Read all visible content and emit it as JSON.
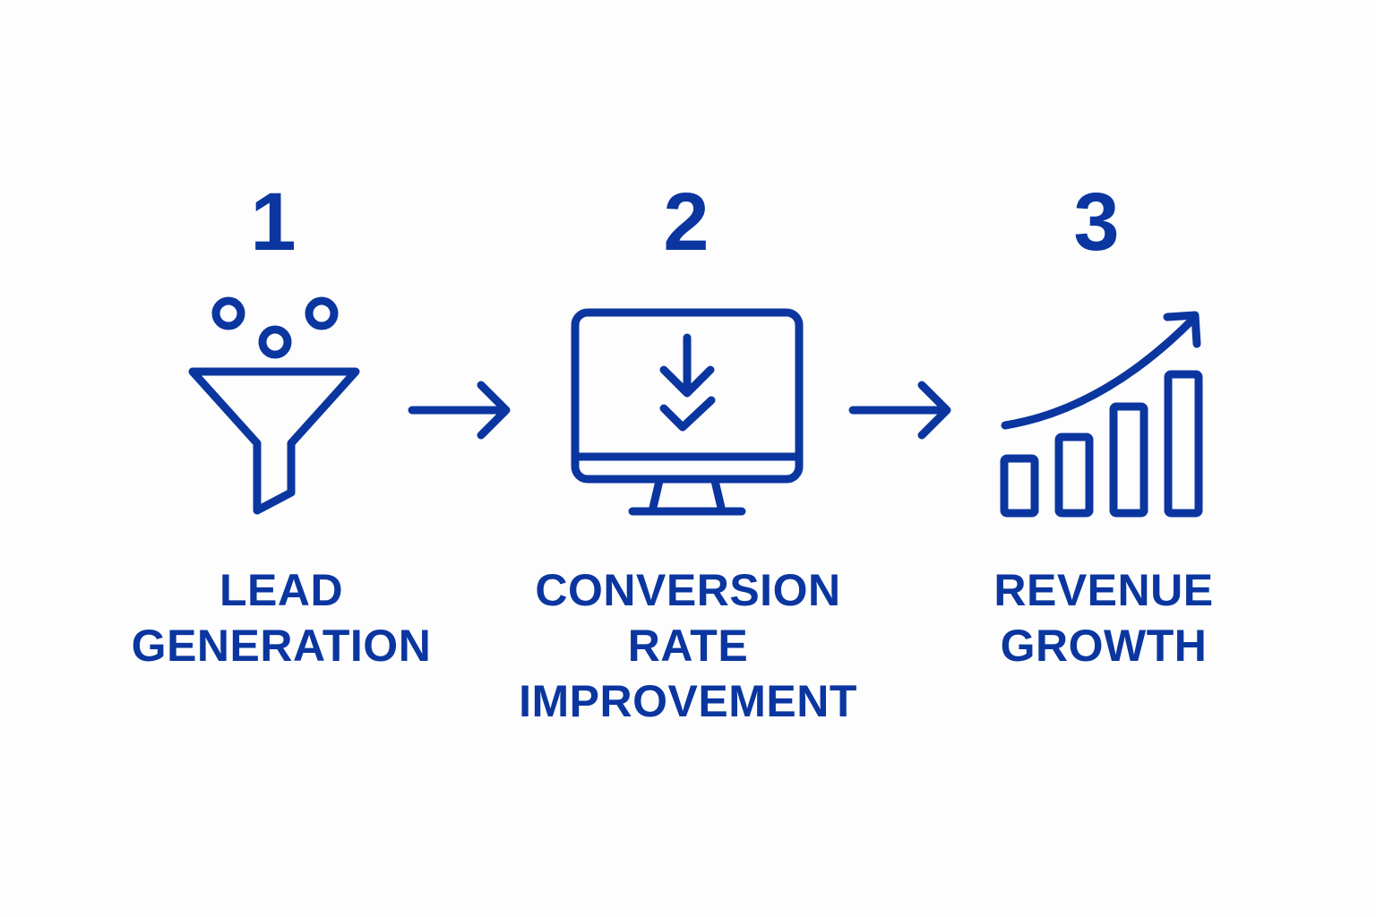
{
  "diagram": {
    "type": "process-flow",
    "accent_color": "#0b36a0",
    "background_color": "#fdfdfd",
    "steps": [
      {
        "number": "1",
        "icon": "funnel-icon",
        "label_lines": [
          "LEAD",
          "GENERATION"
        ]
      },
      {
        "number": "2",
        "icon": "monitor-download-check-icon",
        "label_lines": [
          "CONVERSION",
          "RATE",
          "IMPROVEMENT"
        ]
      },
      {
        "number": "3",
        "icon": "growth-bar-chart-icon",
        "label_lines": [
          "REVENUE",
          "GROWTH"
        ]
      }
    ],
    "connectors": [
      {
        "from": "1",
        "to": "2",
        "icon": "arrow-right-icon"
      },
      {
        "from": "2",
        "to": "3",
        "icon": "arrow-right-icon"
      }
    ]
  }
}
